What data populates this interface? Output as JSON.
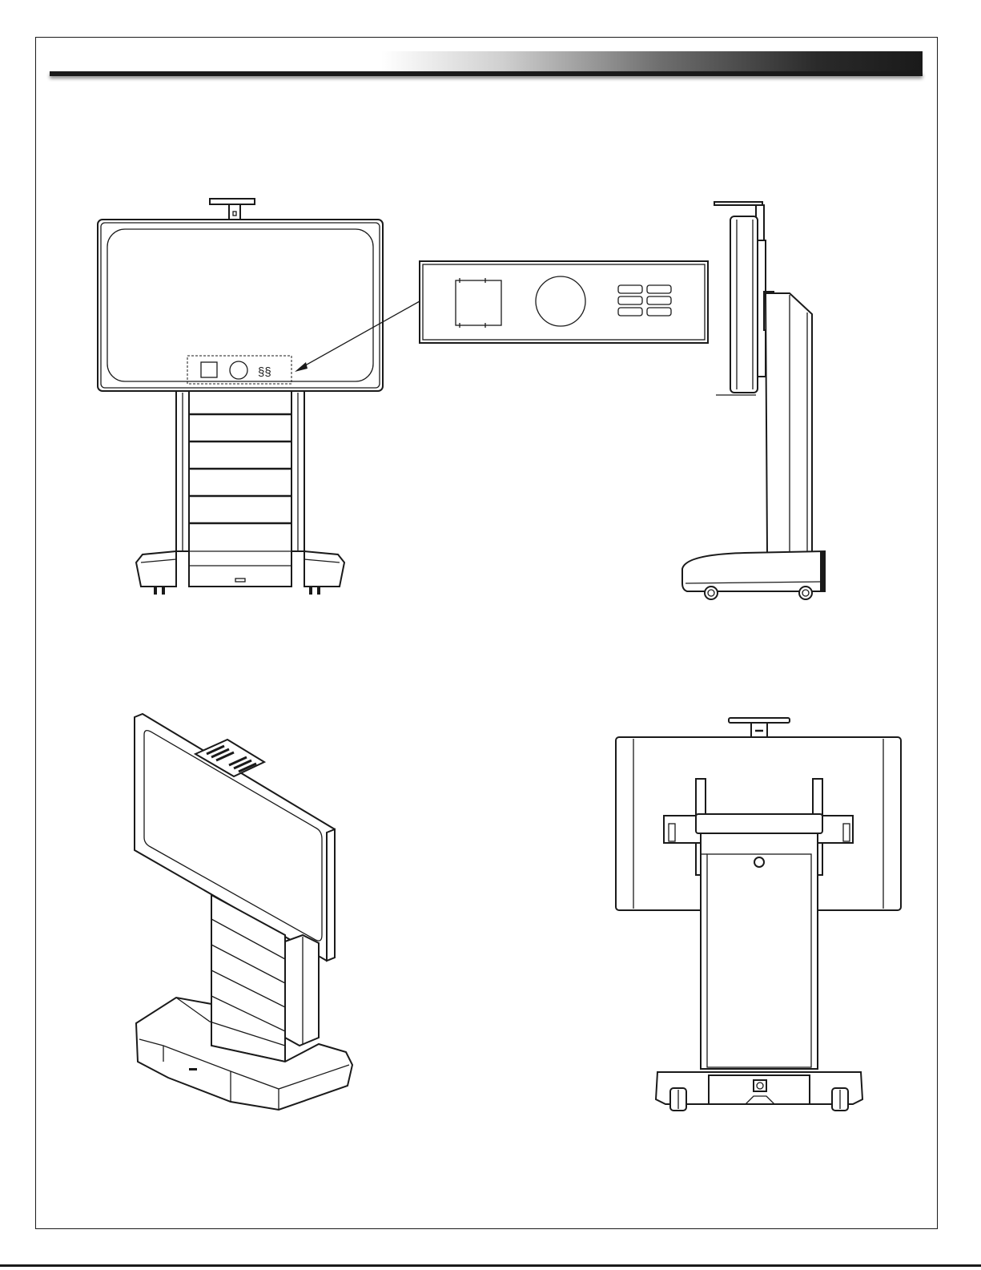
{
  "header": {
    "bar_gradient_colors": [
      "#ffffff",
      "#cfcfcf",
      "#6e6e6e",
      "#1a1a1a"
    ],
    "line_color": "#1a1a1a"
  },
  "views": [
    {
      "id": "front",
      "icon": "front-elevation-drawing"
    },
    {
      "id": "detail",
      "icon": "control-panel-detail-callout"
    },
    {
      "id": "side",
      "icon": "side-elevation-drawing"
    },
    {
      "id": "isometric",
      "icon": "isometric-drawing"
    },
    {
      "id": "rear",
      "icon": "rear-elevation-drawing"
    }
  ]
}
